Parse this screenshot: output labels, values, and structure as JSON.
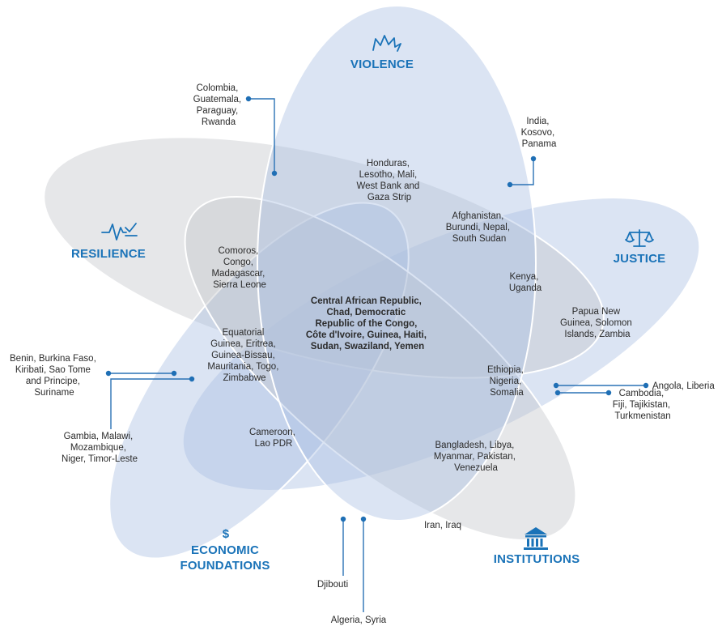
{
  "categories": {
    "violence": "VIOLENCE",
    "justice": "JUSTICE",
    "institutions": "INSTITUTIONS",
    "economic": [
      "ECONOMIC",
      "FOUNDATIONS"
    ],
    "resilience": "RESILIENCE",
    "economic_symbol": "$"
  },
  "icons": {
    "violence": "explosion-icon",
    "justice": "scales-icon",
    "institutions": "building-icon",
    "economic": "dollar-icon",
    "resilience": "heartbeat-check-icon"
  },
  "colors": {
    "accent": "#1a73b8",
    "ellipse_blue": "#a9bfe2",
    "ellipse_gray": "#c4c6ca",
    "connector": "#2a72b5"
  },
  "groups": {
    "center": [
      "Central African Republic,",
      "Chad, Democratic",
      "Republic of the Congo,",
      "Côte d'Ivoire, Guinea, Haiti,",
      "Sudan, Swaziland, Yemen"
    ],
    "honduras": [
      "Honduras,",
      "Lesotho, Mali,",
      "West Bank and",
      "Gaza Strip"
    ],
    "afghanistan": [
      "Afghanistan,",
      "Burundi, Nepal,",
      "South Sudan"
    ],
    "comoros": [
      "Comoros,",
      "Congo,",
      "Madagascar,",
      "Sierra Leone"
    ],
    "kenya": [
      "Kenya,",
      "Uganda"
    ],
    "papua": [
      "Papua New",
      "Guinea, Solomon",
      "Islands, Zambia"
    ],
    "equatorial": [
      "Equatorial",
      "Guinea, Eritrea,",
      "Guinea-Bissau,",
      "Mauritania, Togo,",
      "Zimbabwe"
    ],
    "ethiopia": [
      "Ethiopia,",
      "Nigeria,",
      "Somalia"
    ],
    "cameroon": [
      "Cameroon,",
      "Lao PDR"
    ],
    "bangladesh": [
      "Bangladesh, Libya,",
      "Myanmar, Pakistan,",
      "Venezuela"
    ],
    "iran": [
      "Iran, Iraq"
    ]
  },
  "callouts": {
    "colombia": [
      "Colombia,",
      "Guatemala,",
      "Paraguay,",
      "Rwanda"
    ],
    "india": [
      "India,",
      "Kosovo,",
      "Panama"
    ],
    "benin": [
      "Benin, Burkina Faso,",
      "Kiribati, Sao Tome",
      "and Principe,",
      "Suriname"
    ],
    "gambia": [
      "Gambia, Malawi,",
      "Mozambique,",
      "Niger, Timor-Leste"
    ],
    "angola": [
      "Angola, Liberia"
    ],
    "cambodia": [
      "Cambodia,",
      "Fiji, Tajikistan,",
      "Turkmenistan"
    ],
    "djibouti": [
      "Djibouti"
    ],
    "algeria": [
      "Algeria, Syria"
    ]
  }
}
